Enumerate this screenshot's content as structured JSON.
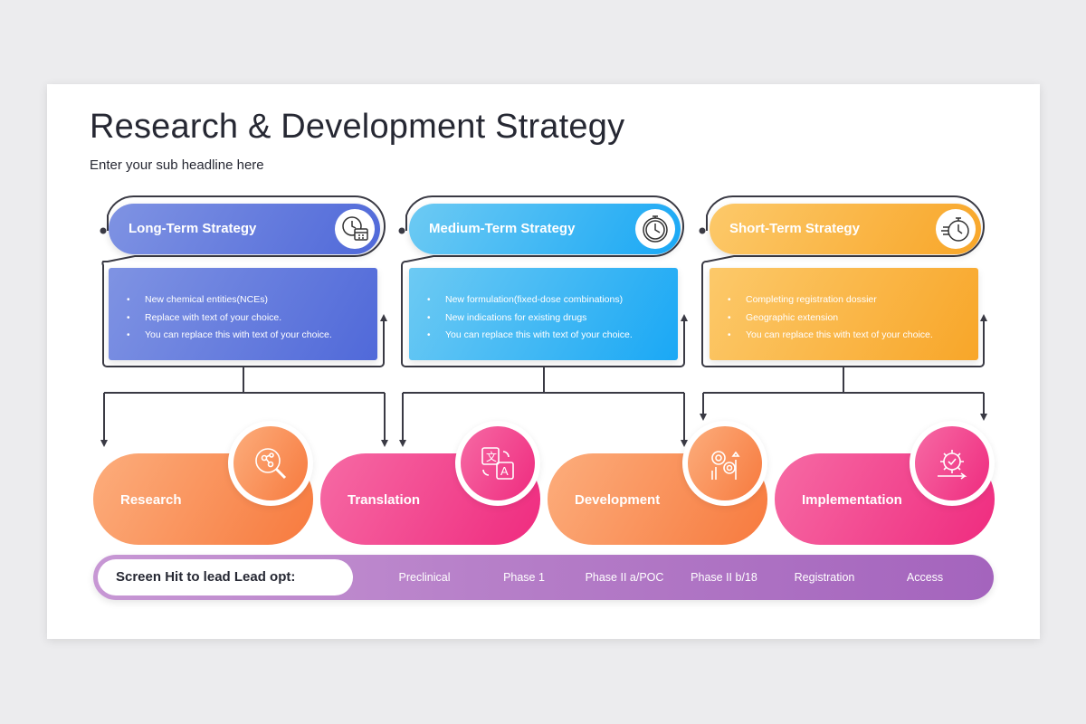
{
  "title": "Research & Development Strategy",
  "subtitle": "Enter your sub headline here",
  "strategies": [
    {
      "label": "Long-Term Strategy",
      "icon": "calendar-clock-icon",
      "color": "#5a72dc",
      "bullets": [
        "New chemical entities(NCEs)",
        "Replace with text of your choice.",
        "You can replace this with text of your choice."
      ]
    },
    {
      "label": "Medium-Term Strategy",
      "icon": "stopwatch-icon",
      "color": "#22aaf4",
      "bullets": [
        "New formulation(fixed-dose combinations)",
        "New indications for existing drugs",
        "You can replace this with text of your choice."
      ]
    },
    {
      "label": "Short-Term Strategy",
      "icon": "fast-timer-icon",
      "color": "#f9ad33",
      "bullets": [
        "Completing registration dossier",
        "Geographic extension",
        "You can replace this with text of your choice."
      ]
    }
  ],
  "phases": [
    {
      "label": "Research",
      "icon": "magnifier-molecule-icon",
      "color": "#f7874a"
    },
    {
      "label": "Translation",
      "icon": "translate-icon",
      "color": "#f03d88"
    },
    {
      "label": "Development",
      "icon": "development-gears-icon",
      "color": "#f7874a"
    },
    {
      "label": "Implementation",
      "icon": "gear-check-icon",
      "color": "#f03d88"
    }
  ],
  "bar": {
    "lead": "Screen Hit to lead Lead opt:",
    "stages": [
      "Preclinical",
      "Phase 1",
      "Phase II a/POC",
      "Phase II b/18",
      "Registration",
      "Access"
    ]
  }
}
